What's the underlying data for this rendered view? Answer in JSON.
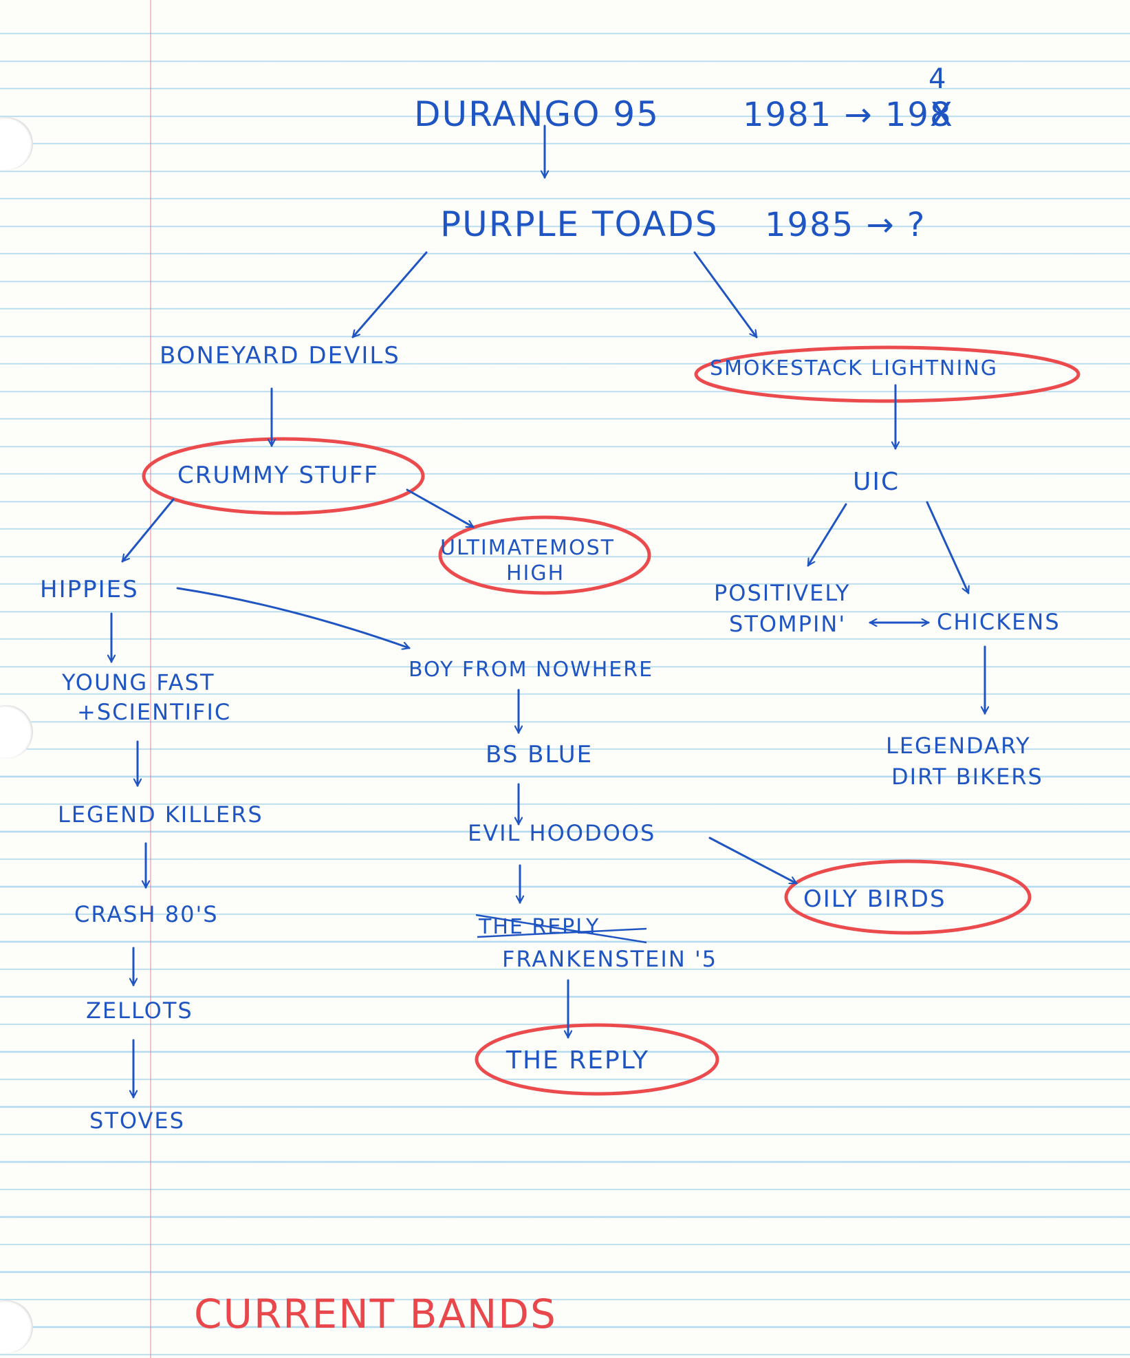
{
  "nodes": {
    "durango": "DURANGO 95",
    "durango_years": "1981 → 198",
    "durango_year_strike": "X",
    "durango_year_fix": "4",
    "purple": "PURPLE TOADS",
    "purple_years": "1985 → ?",
    "boneyard": "BONEYARD DEVILS",
    "smokestack": "SMOKESTACK LIGHTNING",
    "crummy": "CRUMMY STUFF",
    "ultimatemost_1": "ULTIMATEMOST",
    "ultimatemost_2": "HIGH",
    "uic": "UIC",
    "hippies": "HIPPIES",
    "positively_1": "POSITIVELY",
    "positively_2": "STOMPIN'",
    "chickens": "CHICKENS",
    "young_1": "YOUNG FAST",
    "young_2": "+SCIENTIFIC",
    "boy": "BOY FROM NOWHERE",
    "legendary_1": "LEGENDARY",
    "legendary_2": "DIRT BIKERS",
    "bs_blue": "BS BLUE",
    "legend_killers": "LEGEND KILLERS",
    "evil": "EVIL HOODOOS",
    "oily": "OILY BIRDS",
    "crash": "CRASH 80'S",
    "the_reply_struck": "THE REPLY",
    "frankenstein": "FRANKENSTEIN '5",
    "zellots": "ZELLOTS",
    "the_reply": "THE REPLY",
    "stoves": "STOVES"
  },
  "legend": {
    "current_bands": "CURRENT BANDS"
  },
  "colors": {
    "ink_blue": "#1f55c2",
    "marker_red": "#ec4b4e",
    "paper": "#fdfdf9",
    "rule_line": "#78bee6"
  }
}
